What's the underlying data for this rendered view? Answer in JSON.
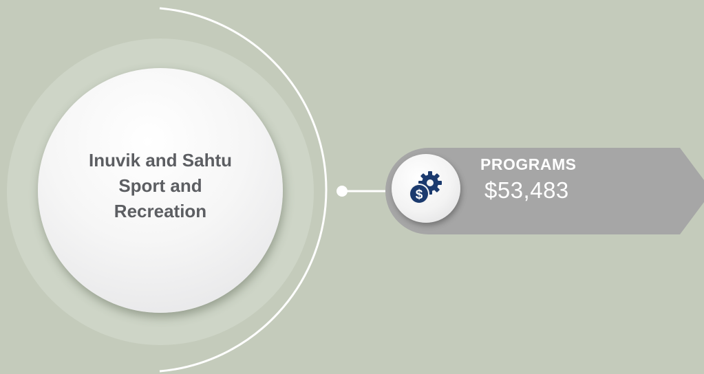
{
  "main": {
    "title": "Inuvik and Sahtu\nSport and\nRecreation"
  },
  "card": {
    "label": "PROGRAMS",
    "value": "$53,483",
    "icon": "dollar-gear-icon"
  },
  "colors": {
    "background": "#c4cbbb",
    "halo": "#ced5c7",
    "card": "#a6a6a6",
    "icon_blue": "#1b3a6e",
    "title_text": "#5c5e62"
  }
}
